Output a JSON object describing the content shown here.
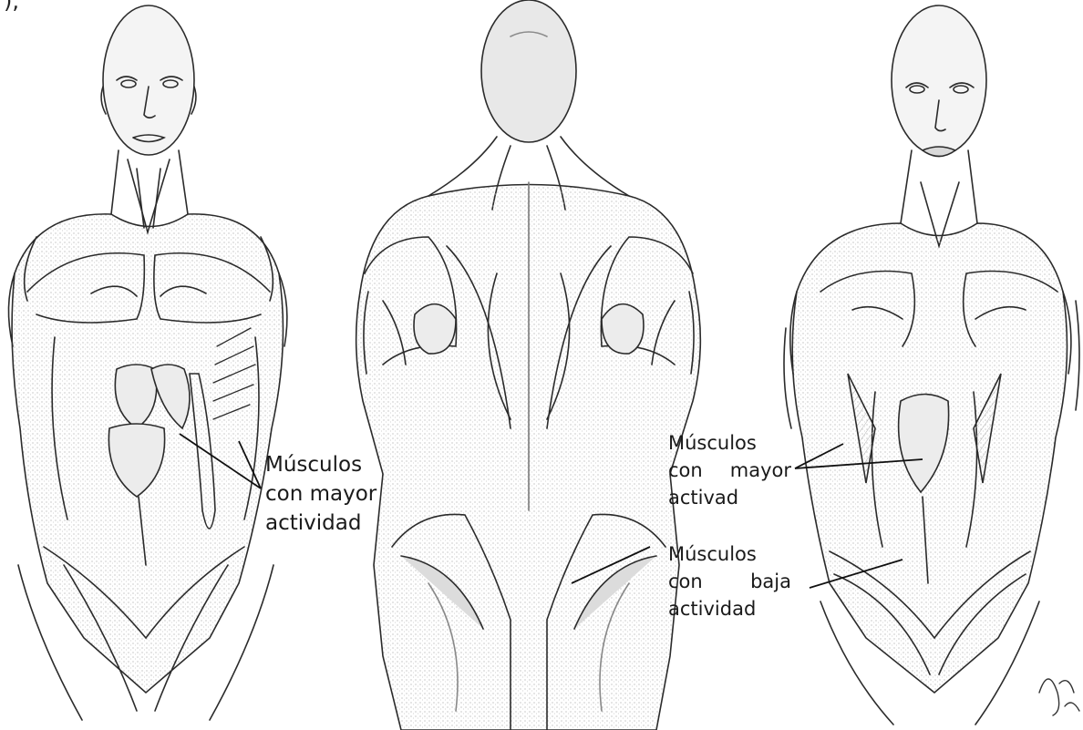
{
  "labels": {
    "left": {
      "line1": "Músculos",
      "line2": "con mayor",
      "line3": "actividad"
    },
    "right_upper": {
      "line1": "Músculos",
      "line2_word1": "con",
      "line2_word2": "mayor",
      "line3": "activad"
    },
    "right_lower": {
      "line1": "Músculos",
      "line2_word1": "con",
      "line2_word2": "baja",
      "line3": "actividad"
    }
  },
  "cropped_top_text": "),",
  "colors": {
    "ink": "#1a1a1a",
    "shading": "#9a9a9a",
    "paper": "#ffffff"
  }
}
